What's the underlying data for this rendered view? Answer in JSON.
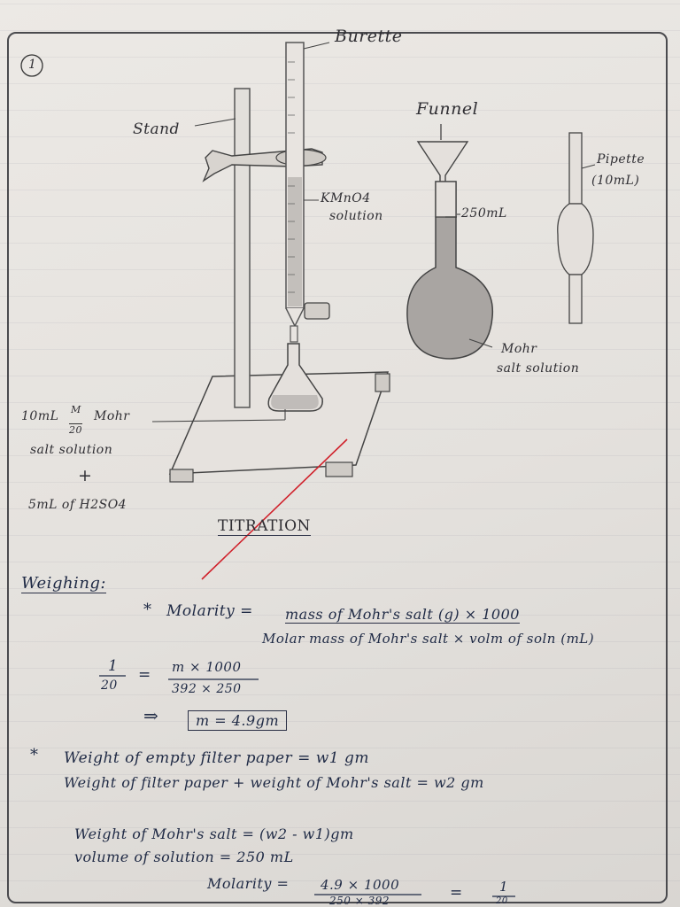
{
  "page": {
    "number": "1"
  },
  "diagram": {
    "labels": {
      "burette": "Burette",
      "stand": "Stand",
      "funnel": "Funnel",
      "pipette": "Pipette",
      "pipette_volume": "(10mL)",
      "kmno4_line1": "KMnO4",
      "kmno4_line2": "solution",
      "flask_volume": "250mL",
      "mohr_line1": "Mohr",
      "mohr_line2": "salt solution",
      "flask_contents_line1": "10mL",
      "flask_contents_fraction_num": "M",
      "flask_contents_fraction_den": "20",
      "flask_contents_mohr": "Mohr",
      "flask_contents_line2": "salt solution",
      "plus": "+",
      "flask_contents_line3": "5mL of H2SO4",
      "title": "TITRATION"
    }
  },
  "notes": {
    "heading": "Weighing:",
    "star1": "*",
    "molarity_label": "Molarity =",
    "molarity_numerator": "mass of Mohr's salt (g) × 1000",
    "molarity_denominator": "Molar mass of Mohr's salt × volm of soln (mL)",
    "eq_lhs_num": "1",
    "eq_lhs_den": "20",
    "eq_equals": "=",
    "eq_rhs_num": "m × 1000",
    "eq_rhs_den": "392 × 250",
    "implies": "⇒",
    "result": "m = 4.9gm",
    "star2": "*",
    "weight_empty": "Weight of empty filter paper = w1 gm",
    "weight_total": "Weight of filter paper + weight of Mohr's salt = w2 gm",
    "weight_salt": "Weight of Mohr's salt = (w2 - w1)gm",
    "volume": "volume of solution = 250 mL",
    "molarity2_label": "Molarity =",
    "molarity2_num": "4.9 × 1000",
    "molarity2_den": "250 × 392",
    "molarity2_eq": "=",
    "molarity2_rhs_num": "1",
    "molarity2_rhs_den": "20"
  },
  "colors": {
    "paper": "#e8e5e1",
    "pencil": "#3a3a3e",
    "pen": "#1f2a45",
    "red_mark": "#d0202a"
  }
}
